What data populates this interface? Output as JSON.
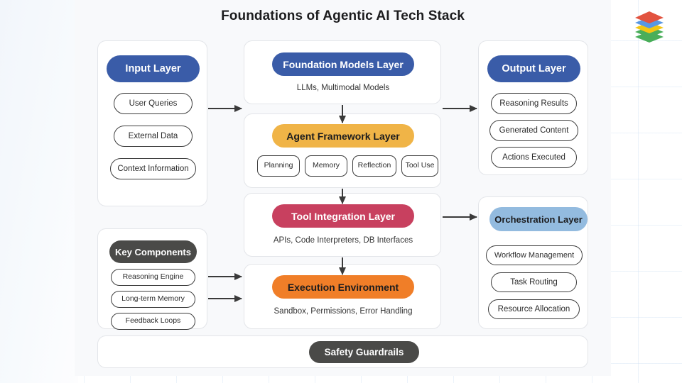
{
  "page": {
    "title": "Foundations of Agentic AI Tech Stack",
    "logo_icon": "stacked-layers-logo-icon",
    "logo_layer_colors": [
      "#e0452f",
      "#4a90e2",
      "#f2c200",
      "#3aa84b"
    ]
  },
  "colors": {
    "blue": "#3a5ca8",
    "amber": "#f0b447",
    "rose": "#c8405f",
    "orange": "#f07e28",
    "light_blue": "#93bbdf",
    "dark": "#4a4a48",
    "canvas": "#f8f9fb",
    "panel": "#ffffff",
    "outline": "#3d3d3d",
    "connector": "#3a3a3a"
  },
  "panels": {
    "input": {
      "header": "Input Layer",
      "items": [
        "User Queries",
        "External Data",
        "Context Information"
      ]
    },
    "key_components": {
      "header": "Key Components",
      "items": [
        "Reasoning Engine",
        "Long-term Memory",
        "Feedback Loops"
      ]
    },
    "foundation_models": {
      "header": "Foundation Models Layer",
      "caption": "LLMs, Multimodal Models"
    },
    "agent_framework": {
      "header": "Agent Framework Layer",
      "items": [
        "Planning",
        "Memory",
        "Reflection",
        "Tool Use"
      ]
    },
    "tool_integration": {
      "header": "Tool Integration Layer",
      "caption": "APIs, Code Interpreters, DB Interfaces"
    },
    "execution_environment": {
      "header": "Execution Environment",
      "caption": "Sandbox, Permissions, Error Handling"
    },
    "output": {
      "header": "Output Layer",
      "items": [
        "Reasoning Results",
        "Generated Content",
        "Actions Executed"
      ]
    },
    "orchestration": {
      "header": "Orchestration Layer",
      "items": [
        "Workflow Management",
        "Task Routing",
        "Resource Allocation"
      ]
    },
    "safety": {
      "header": "Safety Guardrails"
    }
  },
  "connectors": [
    {
      "name": "input-to-foundation",
      "direction": "right"
    },
    {
      "name": "foundation-to-agent-framework",
      "direction": "down"
    },
    {
      "name": "agent-framework-to-tool-integration",
      "direction": "down"
    },
    {
      "name": "tool-integration-to-execution",
      "direction": "down"
    },
    {
      "name": "foundation-to-output",
      "direction": "right"
    },
    {
      "name": "tool-integration-to-orchestration",
      "direction": "right"
    },
    {
      "name": "reasoning-engine-to-execution",
      "direction": "right"
    },
    {
      "name": "long-term-memory-to-execution",
      "direction": "right"
    }
  ]
}
